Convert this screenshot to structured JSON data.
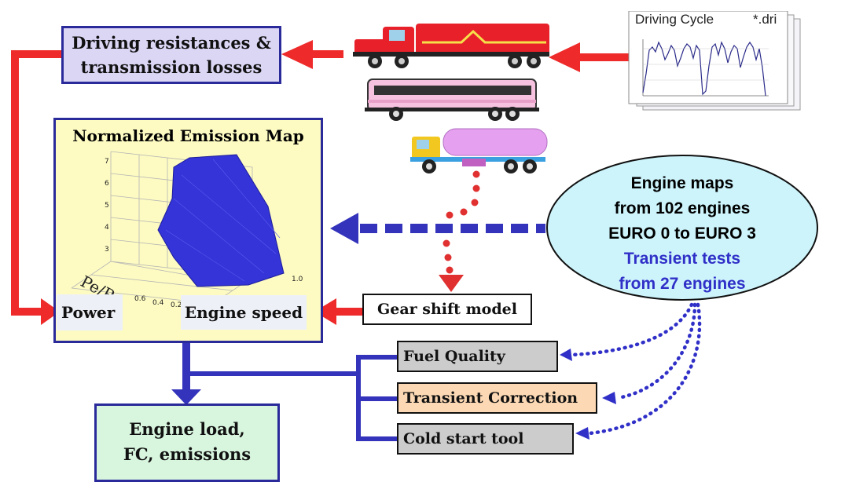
{
  "nodes": {
    "resistances": {
      "line1": "Driving resistances &",
      "line2": "transmission losses"
    },
    "emission_map": {
      "title": "Normalized Emission Map",
      "power_label": "Power",
      "speed_label": "Engine speed"
    },
    "gear_shift": "Gear shift model",
    "fuel_quality": "Fuel Quality",
    "transient_correction": "Transient Correction",
    "cold_start": "Cold start tool",
    "engine_load": {
      "line1": "Engine load,",
      "line2": "FC, emissions"
    }
  },
  "engine_maps": {
    "line1": "Engine maps",
    "line2": "from 102 engines",
    "line3": "EURO 0 to EURO 3",
    "line4": "Transient tests",
    "line5": "from 27 engines",
    "black_color": "#111111",
    "blue_color": "#3030c8"
  },
  "driving_cycle": {
    "title": "Driving Cycle",
    "ext": "*.dri"
  },
  "colors": {
    "red_arrow": "#ee2a2a",
    "blue_arrow": "#3333bb",
    "dotted_blue": "#3030c8",
    "dotted_red": "#e03030"
  }
}
